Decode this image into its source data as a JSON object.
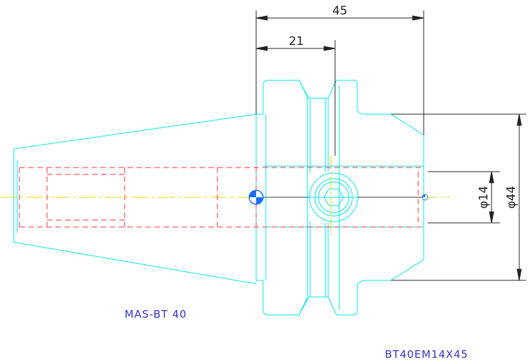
{
  "drawing": {
    "colors": {
      "outline": "#00e5ee",
      "hidden": "#ff3030",
      "centerline": "#e6d800",
      "dimension": "#222222",
      "note": "#3333cc",
      "origin_marker": "#1e6fff"
    },
    "dimensions": {
      "overall_length": "45",
      "flange_length": "21",
      "bore_diameter": "φ14",
      "body_diameter": "φ44"
    },
    "labels": {
      "taper_spec": "MAS-BT 40",
      "part_number": "BT40EM14X45"
    }
  }
}
